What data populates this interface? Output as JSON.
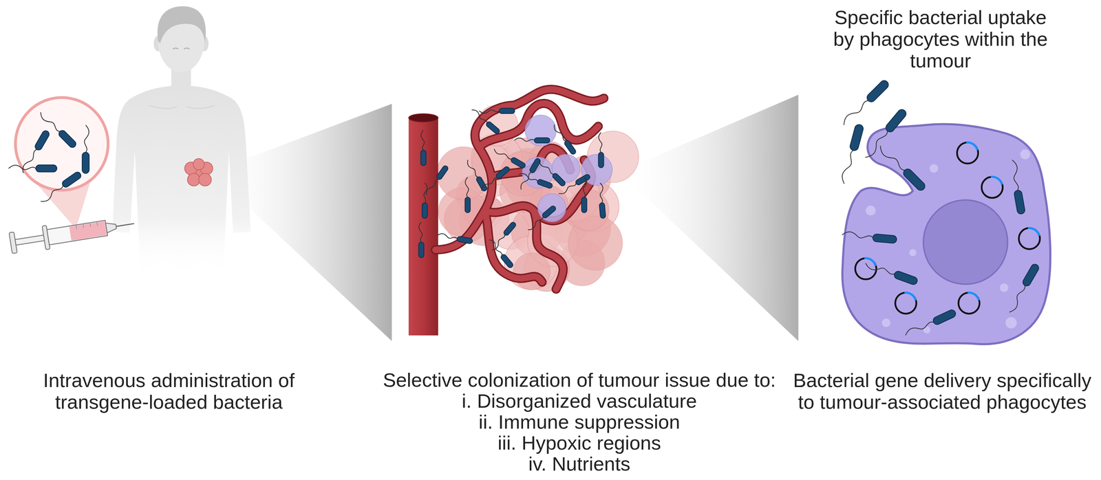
{
  "diagram": {
    "labels": [
      "Intravenous administration of transgene-loaded bacteria",
      "Selective colonization of tumour issue due to:",
      "i. Disorganized vasculature",
      "ii. Immune suppression",
      "iii. Hypoxic regions",
      "iv. Nutrients",
      "Specific bacterial uptake by phagocytes within the tumour",
      "Bacterial gene delivery specifically to tumour-associated phagocytes"
    ]
  }
}
